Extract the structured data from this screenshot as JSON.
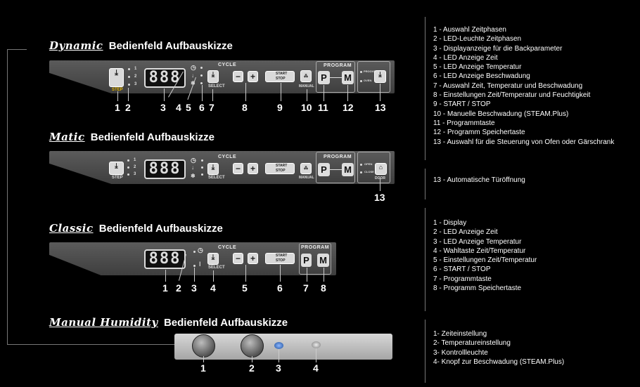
{
  "titles": {
    "dynamic": {
      "brand": "Dynamic",
      "text": "Bedienfeld Aufbauskizze"
    },
    "matic": {
      "brand": "Matic",
      "text": "Bedienfeld Aufbauskizze"
    },
    "classic": {
      "brand": "Classic",
      "text": "Bedienfeld Aufbauskizze"
    },
    "manual": {
      "brand": "Manual Humidity",
      "text": "Bedienfeld Aufbauskizze"
    }
  },
  "panel_labels": {
    "cycle": "CYCLE",
    "program": "PROGRAM",
    "step": "STEP",
    "select": "SELECT",
    "manual": "MANUAL",
    "start": "START",
    "stop": "STOP",
    "proove": "PROOVE",
    "oven": "OVEN",
    "open": "OPEN",
    "close": "CLOSE",
    "door": "DOOR",
    "display": "888",
    "p": "P",
    "m": "M",
    "minus": "−",
    "plus": "+",
    "led1": "1",
    "led2": "2",
    "led3": "3"
  },
  "callouts": {
    "dynamic": [
      "1",
      "2",
      "3",
      "4",
      "5",
      "6",
      "7",
      "8",
      "9",
      "10",
      "11",
      "12",
      "13"
    ],
    "matic": [
      "13"
    ],
    "classic": [
      "1",
      "2",
      "3",
      "4",
      "5",
      "6",
      "7",
      "8"
    ],
    "manual": [
      "1",
      "2",
      "3",
      "4"
    ]
  },
  "legends": {
    "dynamic": [
      "1  -  Auswahl Zeitphasen",
      "2  -  LED-Leuchte Zeitphasen",
      "3  -  Displayanzeige für die Backparameter",
      "4  -  LED Anzeige Zeit",
      "5  -  LED Anzeige Temperatur",
      "6  -  LED Anzeige Beschwadung",
      "7  -  Auswahl Zeit, Temperatur und Beschwadung",
      "8  -  Einstellungen Zeit/Temperatur und Feuchtigkeit",
      "9  -  START / STOP",
      "10 -  Manuelle Beschwadung (STEAM.Plus)",
      "11 -  Programmtaste",
      "12 -  Programm Speichertaste",
      "13 -  Auswahl für die Steuerung von Ofen oder Gärschrank"
    ],
    "matic": [
      "13 -  Automatische Türöffnung"
    ],
    "classic": [
      "1  -  Display",
      "2  -  LED Anzeige Zeit",
      "3  -  LED Anzeige Temperatur",
      "4  -  Wahltaste Zeit/Temperatur",
      "5  -  Einstellungen Zeit/Temperatur",
      "6  -  START / STOP",
      "7  -  Programmtaste",
      "8  -  Programm Speichertaste"
    ],
    "manual": [
      "1-    Zeiteinstellung",
      "2-    Temperatureinstellung",
      "3-    Kontrollleuchte",
      "4-    Knopf zur Beschwadung (STEAM.Plus)"
    ]
  }
}
